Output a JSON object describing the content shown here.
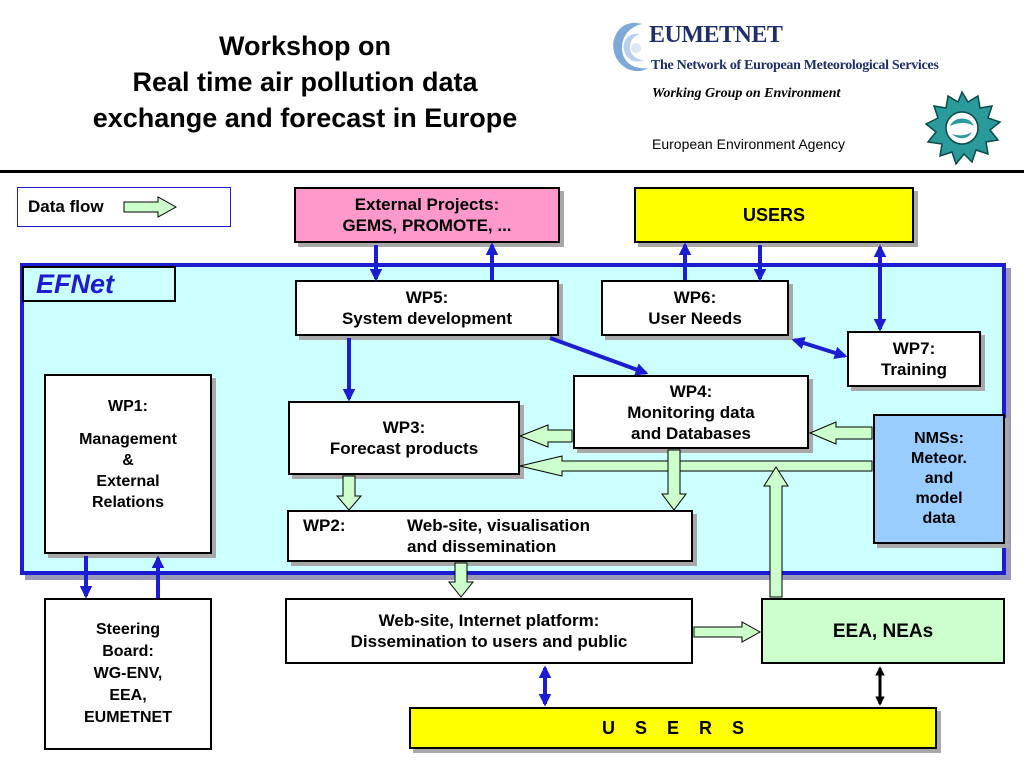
{
  "title": {
    "line1": "Workshop on",
    "line2": "Real time air pollution data",
    "line3": "exchange and forecast in Europe"
  },
  "logo": {
    "name": "EUMETNET",
    "subtitle": "The Network of European Meteorological Services",
    "icon": "eumetnet-swirl-icon"
  },
  "working_group": "Working Group on Environment",
  "agency": "European Environment Agency",
  "legend": {
    "label": "Data flow",
    "icon": "hollow-arrow-icon"
  },
  "efnet_label": "EFNet",
  "boxes": {
    "external": {
      "line1": "External Projects:",
      "line2": "GEMS, PROMOTE, ..."
    },
    "users_top": "USERS",
    "wp5": {
      "line1": "WP5:",
      "line2": "System development"
    },
    "wp6": {
      "line1": "WP6:",
      "line2": "User Needs"
    },
    "wp7": {
      "line1": "WP7:",
      "line2": "Training"
    },
    "wp1": {
      "line1": "WP1:",
      "line2": "Management",
      "line3": "&",
      "line4": "External",
      "line5": "Relations"
    },
    "wp4": {
      "line1": "WP4:",
      "line2": "Monitoring data",
      "line3": "and Databases"
    },
    "wp3": {
      "line1": "WP3:",
      "line2": "Forecast products"
    },
    "nms": {
      "line1": "NMSs:",
      "line2": "Meteor.",
      "line3": "and",
      "line4": "model",
      "line5": "data"
    },
    "wp2": {
      "code": "WP2:",
      "line1": "Web-site, visualisation",
      "line2": "and dissemination"
    },
    "steering": {
      "line1": "Steering",
      "line2": "Board:",
      "line3": "WG-ENV,",
      "line4": "EEA,",
      "line5": "EUMETNET"
    },
    "website": {
      "line1": "Web-site, Internet platform:",
      "line2": "Dissemination to users and public"
    },
    "eea": "EEA, NEAs",
    "users_bottom": "U    S    E    R    S"
  },
  "colors": {
    "pink": "#ff99cc",
    "yellow": "#ffff00",
    "efnet_bg": "#ccffff",
    "efnet_border": "#1c1cd2",
    "nms_bg": "#99ccff",
    "green": "#ccffcc",
    "arrow_blue": "#1c1cd2"
  }
}
